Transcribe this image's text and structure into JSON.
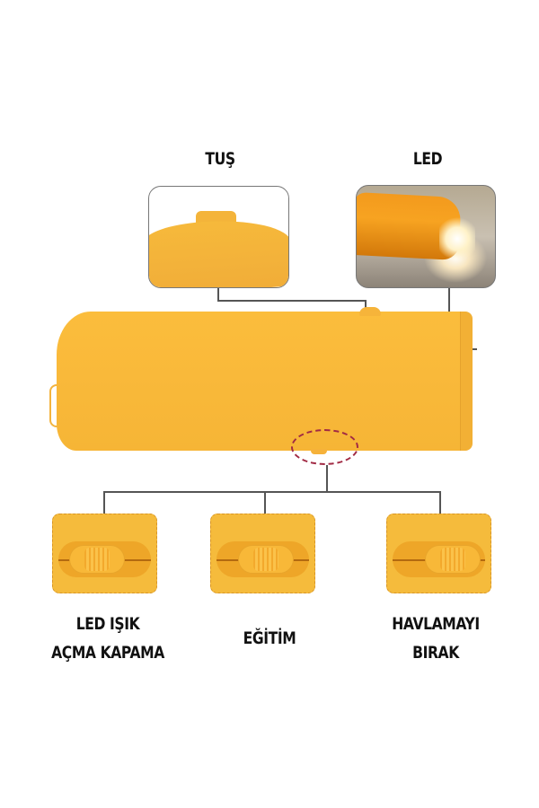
{
  "callouts": {
    "top_left": {
      "label": "TUŞ",
      "description": "button close-up"
    },
    "top_right": {
      "label": "LED",
      "description": "LED light close-up"
    }
  },
  "switch_modes": [
    {
      "position": "left",
      "label_line1": "LED IŞIK",
      "label_line2": "AÇMA KAPAMA"
    },
    {
      "position": "center",
      "label_line1": "EĞİTİM",
      "label_line2": ""
    },
    {
      "position": "right",
      "label_line1": "HAVLAMAYI",
      "label_line2": "BIRAK"
    }
  ],
  "colors": {
    "device_yellow": "#f9b93a",
    "connector_line": "#555555",
    "highlight_ring": "#a12a44",
    "text": "#111111",
    "background": "#ffffff"
  }
}
